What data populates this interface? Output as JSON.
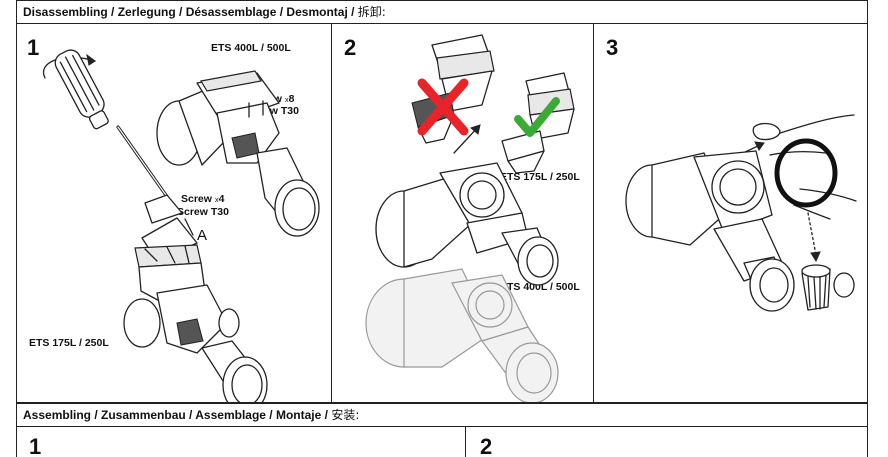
{
  "disassembling": {
    "header": "Disassembling / Zerlegung / Désassemblage / Desmontaj /",
    "header_cjk": "拆卸:",
    "step1": {
      "number": "1",
      "model_top": "ETS 400L / 500L",
      "screw8_prefix": "Screw",
      "screw8_mult": "x",
      "screw8_count": "8",
      "screw8_type": "Screw T30",
      "screw4_prefix": "Screw",
      "screw4_mult": "x",
      "screw4_count": "4",
      "screw4_type": "Screw T30",
      "letter_a": "A",
      "model_bottom": "ETS 175L / 250L"
    },
    "step2": {
      "number": "2",
      "model_mid": "ETS 175L / 250L",
      "model_bottom": "ETS 400L / 500L"
    },
    "step3": {
      "number": "3"
    }
  },
  "assembling": {
    "header": "Assembling / Zusammenbau / Assemblage / Montaje /",
    "header_cjk": "安装:",
    "step1_number": "1",
    "step2_number": "2"
  },
  "colors": {
    "wrong_mark": "#e8232a",
    "right_mark": "#3aa935",
    "line": "#222222"
  },
  "icons": {
    "wrong": "red-x-icon",
    "right": "green-check-icon"
  }
}
